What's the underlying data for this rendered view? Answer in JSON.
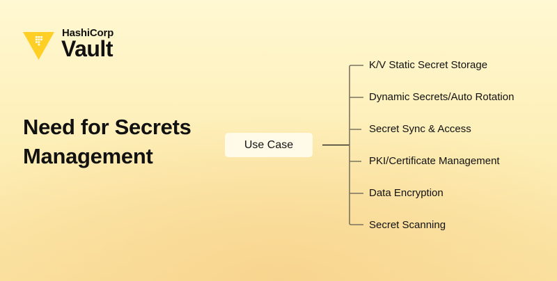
{
  "brand": {
    "company": "HashiCorp",
    "product": "Vault",
    "logo_color": "#ffcf25"
  },
  "title": {
    "line1": "Need for Secrets",
    "line2": "Management"
  },
  "root": {
    "label": "Use Case"
  },
  "items": [
    {
      "label": "K/V Static Secret Storage"
    },
    {
      "label": "Dynamic Secrets/Auto Rotation"
    },
    {
      "label": "Secret Sync & Access"
    },
    {
      "label": "PKI/Certificate Management"
    },
    {
      "label": "Data Encryption"
    },
    {
      "label": "Secret Scanning"
    }
  ]
}
